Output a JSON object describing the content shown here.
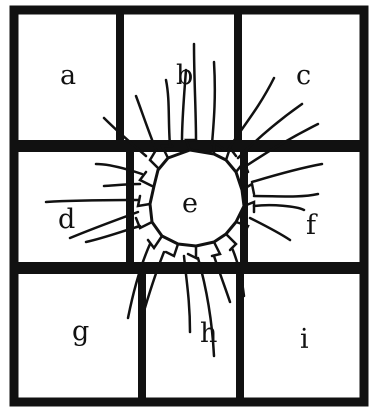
{
  "labels": {
    "a": "a",
    "b": "b",
    "c": "c",
    "d": "d",
    "e": "e",
    "f": "f",
    "g": "g",
    "h": "h",
    "i": "i"
  },
  "colors": {
    "background": "#ffffff",
    "ink": "#111111"
  }
}
